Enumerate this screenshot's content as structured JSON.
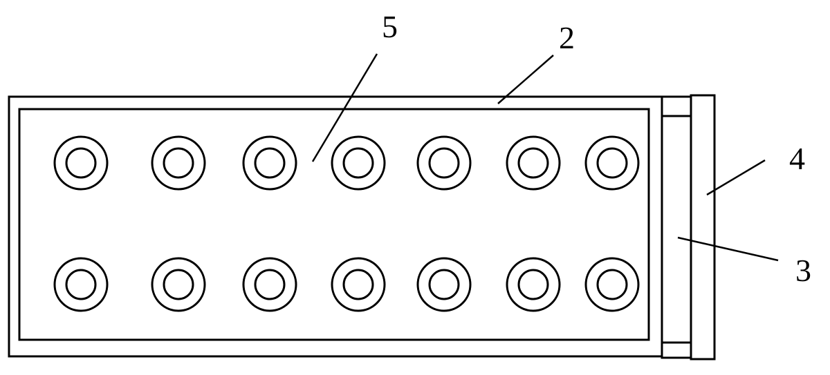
{
  "diagram": {
    "callouts": {
      "part_2": "2",
      "part_3": "3",
      "part_4": "4",
      "part_5": "5"
    },
    "hole_rows": 2,
    "holes_per_row": 7,
    "line_color": "#000000",
    "background_color": "#ffffff"
  }
}
